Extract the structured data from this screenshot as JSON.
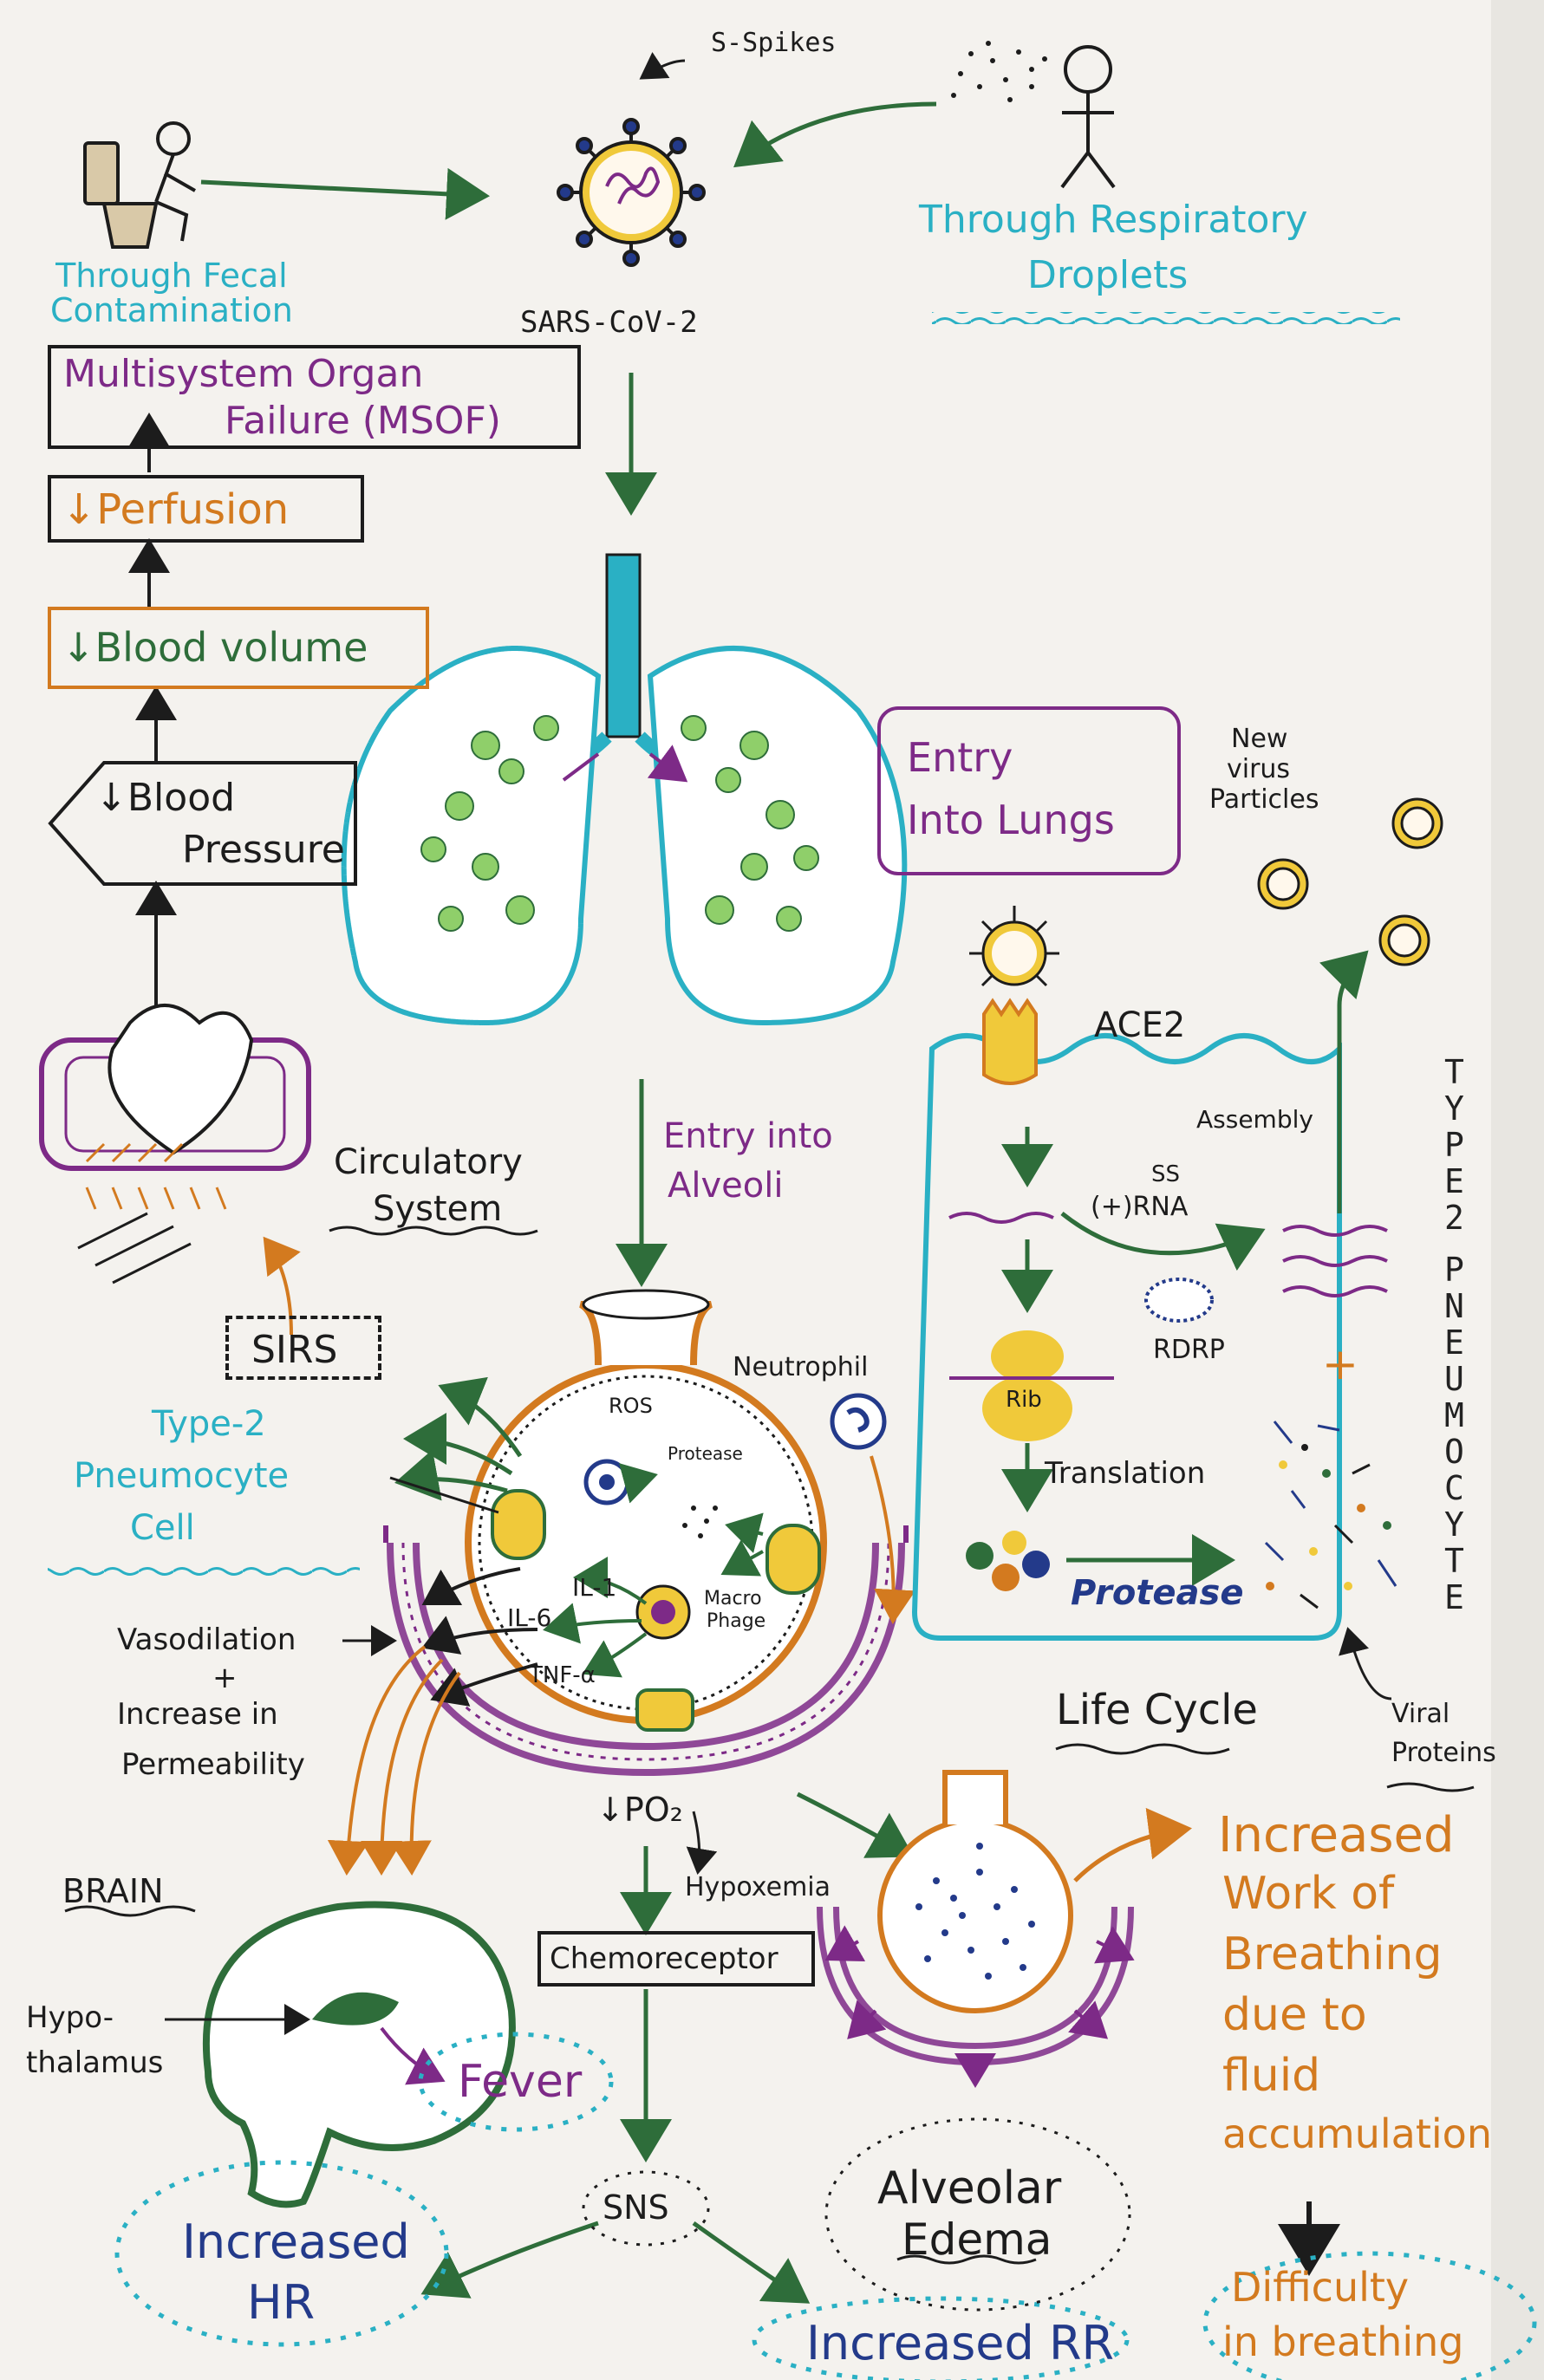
{
  "virus": {
    "spikes_label": "S-Spikes",
    "name": "SARS-CoV-2"
  },
  "transmission": {
    "fecal": "Through Fecal\nContamination",
    "droplets_line1": "Through Respiratory",
    "droplets_line2": "Droplets"
  },
  "circulatory": {
    "msof_line1": "Multisystem Organ",
    "msof_line2": "Failure (MSOF)",
    "perfusion": "↓Perfusion",
    "blood_volume": "↓Blood volume",
    "bp_line1": "↓Blood",
    "bp_line2": "Pressure",
    "system_label_line1": "Circulatory",
    "system_label_line2": "System",
    "sirs": "SIRS"
  },
  "alveoli": {
    "entry_line1": "Entry into",
    "entry_line2": "Alveoli",
    "type2_line1": "Type-2",
    "type2_line2": "Pneumocyte",
    "type2_line3": "Cell",
    "ros": "ROS",
    "protease": "Protease",
    "neutrophil": "Neutrophil",
    "il1": "IL-1",
    "il6": "IL-6",
    "tnf": "TNF-α",
    "macrophage_line1": "Macro",
    "macrophage_line2": "Phage",
    "vaso_line1": "Vasodilation",
    "vaso_plus": "+",
    "vaso_line2": "Increase in",
    "vaso_line3": "Permeability",
    "po2": "↓PO₂",
    "hypoxemia": "Hypoxemia",
    "chemoreceptor": "Chemoreceptor"
  },
  "lifecycle": {
    "entry_line1": "Entry",
    "entry_line2": "Into Lungs",
    "new_virus_line1": "New",
    "new_virus_line2": "virus",
    "new_virus_line3": "Particles",
    "ace2": "ACE2",
    "assembly": "Assembly",
    "ss": "SS",
    "rna": "(+)RNA",
    "rdrp": "RDRP",
    "rib": "Rib",
    "translation": "Translation",
    "protease": "Protease",
    "plus": "+",
    "title": "Life Cycle",
    "viral_line1": "Viral",
    "viral_line2": "Proteins",
    "side_label": "TYPE2 PNEUMOCYTE"
  },
  "effects": {
    "brain": "BRAIN",
    "hypo_line1": "Hypo-",
    "hypo_line2": "thalamus",
    "fever": "Fever",
    "sns": "SNS",
    "hr_line1": "Increased",
    "hr_line2": "HR",
    "rr": "Increased RR",
    "edema_line1": "Alveolar",
    "edema_line2": "Edema",
    "wob_line1": "Increased",
    "wob_line2": "Work of",
    "wob_line3": "Breathing",
    "wob_line4": "due to",
    "wob_line5": "fluid",
    "wob_line6": "accumulation",
    "diff_line1": "Difficulty",
    "diff_line2": "in breathing"
  },
  "colors": {
    "green": "#2e6d3a",
    "purple": "#7d2a87",
    "orange": "#d37a1f",
    "lightblue": "#2ab0c4",
    "navy": "#233a8a",
    "yellow": "#f0c93a"
  }
}
